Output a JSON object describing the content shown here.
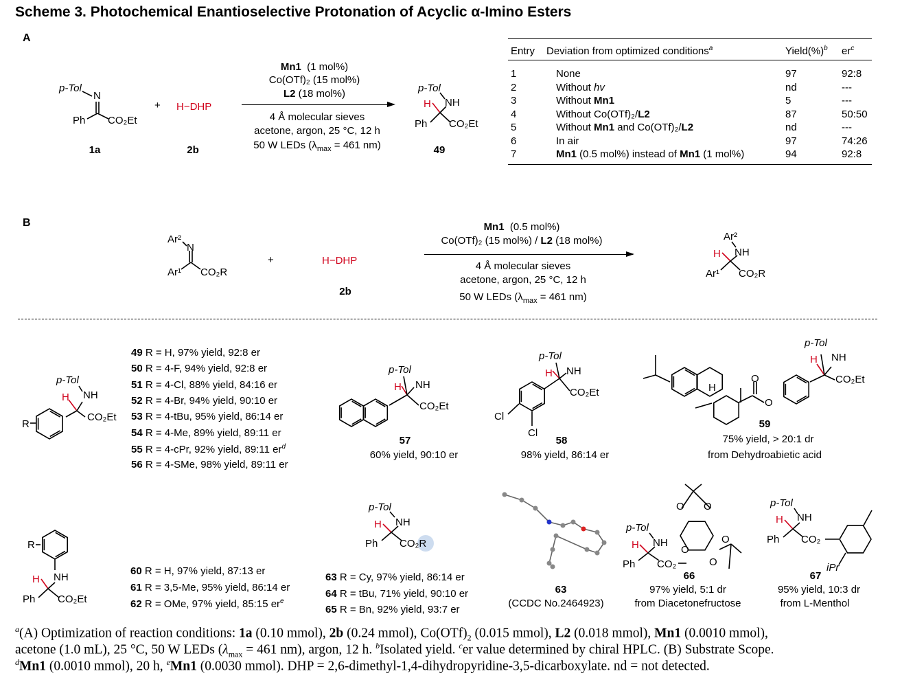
{
  "title": "Scheme 3. Photochemical Enantioselective Protonation of Acyclic α-Imino Esters",
  "section_a": {
    "label": "A",
    "imine": {
      "ptol": "p-Tol",
      "n": "N",
      "ph": "Ph",
      "co2et": "CO₂Et",
      "id": "1a"
    },
    "plus": "+",
    "hdhp": "H−DHP",
    "hdhp_id": "2b",
    "cond_top": [
      "Mn1",
      "(1 mol%)",
      "Co(OTf)₂ (15 mol%)",
      "L2",
      "(18 mol%)"
    ],
    "cond_bottom": [
      "4 Å molecular sieves",
      "acetone, argon, 25 °C, 12 h",
      "50 W LEDs (λ",
      "max",
      " = 461 nm)"
    ],
    "product": {
      "ptol": "p-Tol",
      "h": "H",
      "nh": "NH",
      "ph": "Ph",
      "co2et": "CO₂Et",
      "id": "49"
    }
  },
  "table": {
    "headers": [
      "Entry",
      "Deviation from optimized conditions",
      "a",
      "Yield(%)",
      "b",
      "er",
      "c"
    ],
    "rows": [
      {
        "entry": "1",
        "dev": [
          "None"
        ],
        "yield": "97",
        "er": "92:8"
      },
      {
        "entry": "2",
        "dev": [
          "Without ",
          "hv"
        ],
        "yield": "nd",
        "er": "---"
      },
      {
        "entry": "3",
        "dev": [
          "Without ",
          "Mn1"
        ],
        "yield": "5",
        "er": "---"
      },
      {
        "entry": "4",
        "dev": [
          "Without Co(OTf)₂/",
          "L2"
        ],
        "yield": "87",
        "er": "50:50"
      },
      {
        "entry": "5",
        "dev": [
          "Without ",
          "Mn1",
          " and Co(OTf)₂/",
          "L2"
        ],
        "yield": "nd",
        "er": "---"
      },
      {
        "entry": "6",
        "dev": [
          "In air"
        ],
        "yield": "97",
        "er": "74:26"
      },
      {
        "entry": "7",
        "dev": [
          "Mn1",
          " (0.5 mol%) instead of ",
          "Mn1",
          " (1 mol%)"
        ],
        "yield": "94",
        "er": "92:8"
      }
    ]
  },
  "section_b": {
    "label": "B",
    "imine": {
      "ar2": "Ar²",
      "n": "N",
      "ar1": "Ar¹",
      "co2r": "CO₂R"
    },
    "plus": "+",
    "hdhp": "H−DHP",
    "hdhp_id": "2b",
    "cond_top": [
      "Mn1",
      "(0.5 mol%)",
      "Co(OTf)₂ (15 mol%) / ",
      "L2",
      " (18 mol%)"
    ],
    "cond_bottom": [
      "4 Å molecular sieves",
      "acetone, argon, 25 °C, 12 h",
      "50 W LEDs (λ",
      "max",
      " = 461 nm)"
    ],
    "product": {
      "ar2": "Ar²",
      "h": "H",
      "nh": "NH",
      "ar1": "Ar¹",
      "co2r": "CO₂R"
    }
  },
  "products": {
    "series1": {
      "struct": {
        "ptol": "p-Tol",
        "h": "H",
        "nh": "NH",
        "r": "R",
        "co2et": "CO₂Et"
      },
      "items": [
        {
          "id": "49",
          "text": " R = H, 97% yield, 92:8  er"
        },
        {
          "id": "50",
          "text": " R = 4-F, 94% yield, 92:8  er"
        },
        {
          "id": "51",
          "text": " R = 4-Cl, 88% yield, 84:16  er"
        },
        {
          "id": "52",
          "text": " R = 4-Br, 94% yield, 90:10  er"
        },
        {
          "id": "53",
          "text": " R = 4-tBu, 95% yield, 86:14  er"
        },
        {
          "id": "54",
          "text": " R = 4-Me, 89% yield, 89:11  er"
        },
        {
          "id": "55",
          "text": " R = 4-cPr, 92% yield, 89:11  er",
          "sup": "d"
        },
        {
          "id": "56",
          "text": " R = 4-SMe, 98% yield, 89:11  er"
        }
      ]
    },
    "p57": {
      "ptol": "p-Tol",
      "h": "H",
      "nh": "NH",
      "co2et": "CO₂Et",
      "id": "57",
      "result": "60% yield, 90:10  er"
    },
    "p58": {
      "ptol": "p-Tol",
      "h": "H",
      "nh": "NH",
      "co2et": "CO₂Et",
      "cl1": "Cl",
      "cl2": "Cl",
      "id": "58",
      "result": "98% yield, 86:14  er"
    },
    "p59": {
      "ptol": "p-Tol",
      "h": "H",
      "nh": "NH",
      "co2et": "CO₂Et",
      "h2": "H",
      "o": "O",
      "o2": "O",
      "id": "59",
      "result": "75% yield, > 20:1 dr",
      "source": "from Dehydroabietic acid"
    },
    "series2": {
      "struct": {
        "r": "R",
        "h": "H",
        "nh": "NH",
        "ph": "Ph",
        "co2et": "CO₂Et"
      },
      "items": [
        {
          "id": "60",
          "text": " R = H, 97% yield, 87:13  er"
        },
        {
          "id": "61",
          "text": " R = 3,5-Me, 95% yield, 86:14  er"
        },
        {
          "id": "62",
          "text": " R = OMe, 97% yield, 85:15  er",
          "sup": "e"
        }
      ]
    },
    "series3": {
      "struct": {
        "ptol": "p-Tol",
        "h": "H",
        "nh": "NH",
        "ph": "Ph",
        "co2r": "CO₂R"
      },
      "items": [
        {
          "id": "63",
          "text": " R = Cy, 97% yield, 86:14  er"
        },
        {
          "id": "64",
          "text": " R = tBu, 71% yield, 90:10  er"
        },
        {
          "id": "65",
          "text": " R = Bn, 92% yield, 93:7  er"
        }
      ]
    },
    "p63_crystal": {
      "id": "63",
      "ccdc": "(CCDC No.2464923)"
    },
    "p66": {
      "ptol": "p-Tol",
      "h": "H",
      "nh": "NH",
      "ph": "Ph",
      "co2": "CO₂",
      "o": "O",
      "id": "66",
      "result": "97% yield, 5:1 dr",
      "source": "from Diacetonefructose"
    },
    "p67": {
      "ptol": "p-Tol",
      "h": "H",
      "nh": "NH",
      "ph": "Ph",
      "co2": "CO₂",
      "ipr": "iPr",
      "id": "67",
      "result": "95% yield, 10:3 dr",
      "source": "from L-Menthol"
    }
  },
  "footnotes": {
    "line1": [
      "a",
      "(A) Optimization of reaction conditions: ",
      "1a",
      " (0.10 mmol), ",
      "2b",
      " (0.24 mmol), Co(OTf)",
      "2",
      " (0.015 mmol), ",
      "L2",
      " (0.018 mmol), ",
      "Mn1",
      " (0.0010 mmol),"
    ],
    "line2": [
      "acetone (1.0 mL), 25 °C, 50 W LEDs (",
      "λ",
      "max",
      " = 461 nm), argon, 12 h. ",
      "b",
      "Isolated yield. ",
      "c",
      "er value determined by chiral HPLC. (B) Substrate Scope."
    ],
    "line3": [
      "d",
      "Mn1",
      " (0.0010 mmol), 20 h, ",
      "e",
      "Mn1",
      " (0.0030 mmol). DHP = 2,6-dimethyl-1,4-dihydropyridine-3,5-dicarboxylate. nd = not detected."
    ]
  },
  "colors": {
    "proton": "#d0021b",
    "highlight": "#b8cde8"
  }
}
